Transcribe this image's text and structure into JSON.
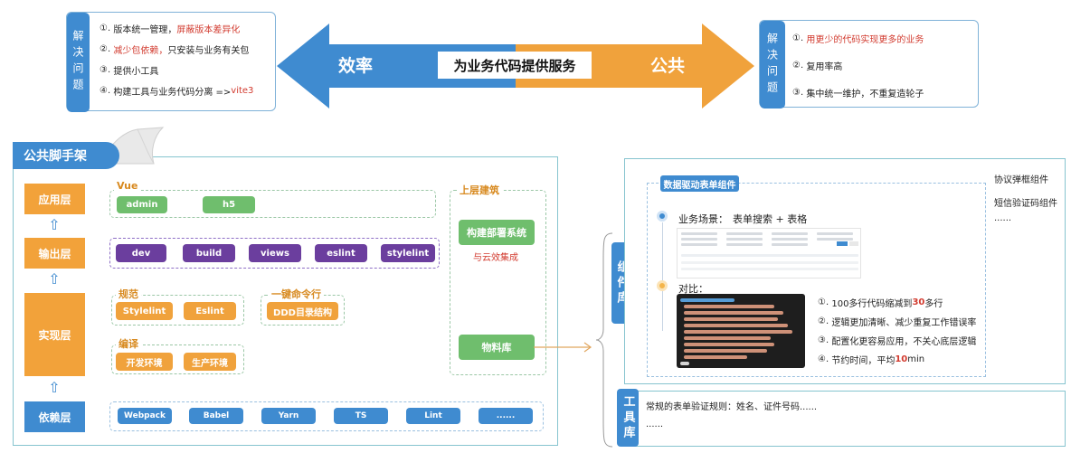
{
  "left_problems": {
    "tag": "解决问题",
    "items": [
      {
        "num": "①.",
        "text": "版本统一管理，",
        "highlight": "屏蔽版本差异化",
        "tail": ""
      },
      {
        "num": "②.",
        "text": "",
        "highlight": "减少包依赖，",
        "tail": "只安装与业务有关包"
      },
      {
        "num": "③.",
        "text": "提供小工具",
        "highlight": "",
        "tail": ""
      },
      {
        "num": "④.",
        "text": "构建工具与业务代码分离 => ",
        "highlight": "vite3",
        "tail": ""
      }
    ]
  },
  "right_problems": {
    "tag": "解决问题",
    "items": [
      {
        "num": "①.",
        "text": "",
        "highlight": "用更少的代码实现更多的业务"
      },
      {
        "num": "②.",
        "text": "复用率高",
        "highlight": ""
      },
      {
        "num": "③.",
        "text": "集中统一维护，不重复造轮子",
        "highlight": ""
      }
    ]
  },
  "arrow": {
    "left_label": "效率",
    "center_label": "为业务代码提供服务",
    "right_label": "公共",
    "left_color": "#3f8bd0",
    "right_color": "#f0a23c"
  },
  "scaffold": {
    "title": "公共脚手架",
    "layers": [
      "应用层",
      "输出层",
      "实现层",
      "依赖层"
    ],
    "up_arrow": "⇧",
    "app_group": {
      "title": "Vue",
      "chips": [
        "admin",
        "h5"
      ]
    },
    "output_chips": [
      "dev",
      "build",
      "views",
      "eslint",
      "stylelint"
    ],
    "spec_group": {
      "title": "规范",
      "chips": [
        "Stylelint",
        "Eslint"
      ]
    },
    "cmd_group": {
      "title": "一键命令行",
      "chips": [
        "DDD目录结构"
      ]
    },
    "compile_group": {
      "title": "编译",
      "chips": [
        "开发环境",
        "生产环境"
      ]
    },
    "deps_chips": [
      "Webpack",
      "Babel",
      "Yarn",
      "TS",
      "Lint",
      "......"
    ],
    "upper": {
      "title": "上层建筑",
      "deploy": "构建部署系统",
      "cloud": "与云效集成",
      "material": "物料库"
    }
  },
  "component_lib": {
    "tag": "组件库",
    "card_title": "数据驱动表单组件",
    "scene_label": "业务场景：",
    "scene_value": "表单搜索 + 表格",
    "compare_label": "对比：",
    "compare_items": [
      {
        "num": "①.",
        "pre": "100多行代码缩减到",
        "bold": "30",
        "post": "多行"
      },
      {
        "num": "②.",
        "pre": "逻辑更加清晰、减少重复工作错误率",
        "bold": "",
        "post": ""
      },
      {
        "num": "③.",
        "pre": "配置化更容易应用，不关心底层逻辑",
        "bold": "",
        "post": ""
      },
      {
        "num": "④.",
        "pre": "节约时间，平均",
        "bold": "10",
        "post": "min"
      }
    ],
    "side_items": [
      "协议弹框组件",
      "短信验证码组件",
      "......"
    ]
  },
  "tool_lib": {
    "tag": "工具库",
    "line1": "常规的表单验证规则：姓名、证件号码......",
    "line2": "......"
  }
}
